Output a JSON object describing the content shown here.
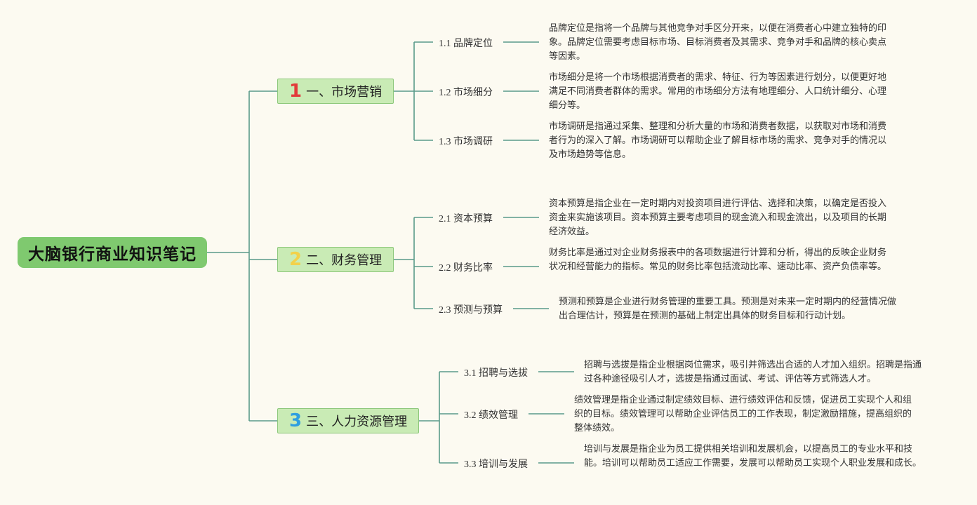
{
  "root": {
    "title": "大脑银行商业知识笔记"
  },
  "branches": [
    {
      "num": "1",
      "label": "一、市场营销",
      "color": "#e23b3b",
      "items": [
        {
          "label": "1.1 品牌定位",
          "desc": "品牌定位是指将一个品牌与其他竞争对手区分开来，以便在消费者心中建立独特的印象。品牌定位需要考虑目标市场、目标消费者及其需求、竞争对手和品牌的核心卖点等因素。"
        },
        {
          "label": "1.2 市场细分",
          "desc": "市场细分是将一个市场根据消费者的需求、特征、行为等因素进行划分，以便更好地满足不同消费者群体的需求。常用的市场细分方法有地理细分、人口统计细分、心理细分等。"
        },
        {
          "label": "1.3 市场调研",
          "desc": "市场调研是指通过采集、整理和分析大量的市场和消费者数据，以获取对市场和消费者行为的深入了解。市场调研可以帮助企业了解目标市场的需求、竞争对手的情况以及市场趋势等信息。"
        }
      ]
    },
    {
      "num": "2",
      "label": "二、财务管理",
      "color": "#f2d14a",
      "items": [
        {
          "label": "2.1 资本预算",
          "desc": "资本预算是指企业在一定时期内对投资项目进行评估、选择和决策，以确定是否投入资金来实施该项目。资本预算主要考虑项目的现金流入和现金流出，以及项目的长期经济效益。"
        },
        {
          "label": "2.2 财务比率",
          "desc": "财务比率是通过对企业财务报表中的各项数据进行计算和分析，得出的反映企业财务状况和经营能力的指标。常见的财务比率包括流动比率、速动比率、资产负债率等。"
        },
        {
          "label": "2.3 预测与预算",
          "desc": "预测和预算是企业进行财务管理的重要工具。预测是对未来一定时期内的经营情况做出合理估计，预算是在预测的基础上制定出具体的财务目标和行动计划。"
        }
      ]
    },
    {
      "num": "3",
      "label": "三、人力资源管理",
      "color": "#2f9fe0",
      "items": [
        {
          "label": "3.1 招聘与选拔",
          "desc": "招聘与选拔是指企业根据岗位需求，吸引并筛选出合适的人才加入组织。招聘是指通过各种途径吸引人才，选拔是指通过面试、考试、评估等方式筛选人才。"
        },
        {
          "label": "3.2 绩效管理",
          "desc": "绩效管理是指企业通过制定绩效目标、进行绩效评估和反馈，促进员工实现个人和组织的目标。绩效管理可以帮助企业评估员工的工作表现，制定激励措施，提高组织的整体绩效。"
        },
        {
          "label": "3.3 培训与发展",
          "desc": "培训与发展是指企业为员工提供相关培训和发展机会，以提高员工的专业水平和技能。培训可以帮助员工适应工作需要，发展可以帮助员工实现个人职业发展和成长。"
        }
      ]
    }
  ]
}
